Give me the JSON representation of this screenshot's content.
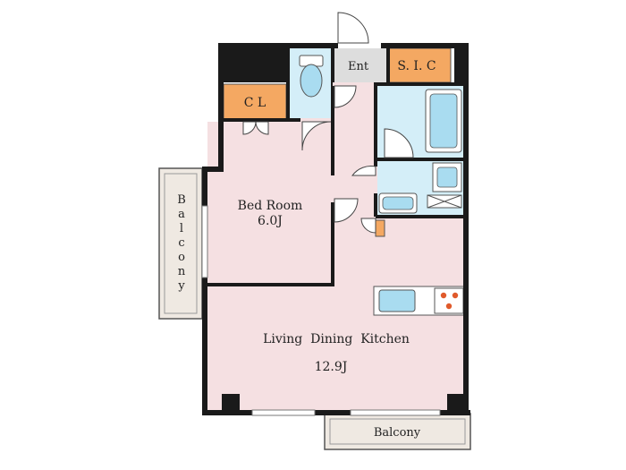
{
  "rooms": {
    "bed_room": {
      "name": "Bed Room",
      "size": "6.0J"
    },
    "ldk": {
      "name": "Living  Dining  Kitchen",
      "size": "12.9J"
    },
    "closet": "C L",
    "entrance": "Ent",
    "sic": "S. I. C",
    "balcony_side": [
      "B",
      "a",
      "l",
      "c",
      "o",
      "n",
      "y"
    ],
    "balcony_bottom": "Balcony"
  },
  "colors": {
    "floor": "#f5e0e2",
    "wet_area": "#d4eef8",
    "storage": "#f4a862",
    "wall": "#1a1a1a",
    "balcony": "#efe9e2",
    "entrance": "#dddddd",
    "fixture": "#a9dcf0"
  }
}
